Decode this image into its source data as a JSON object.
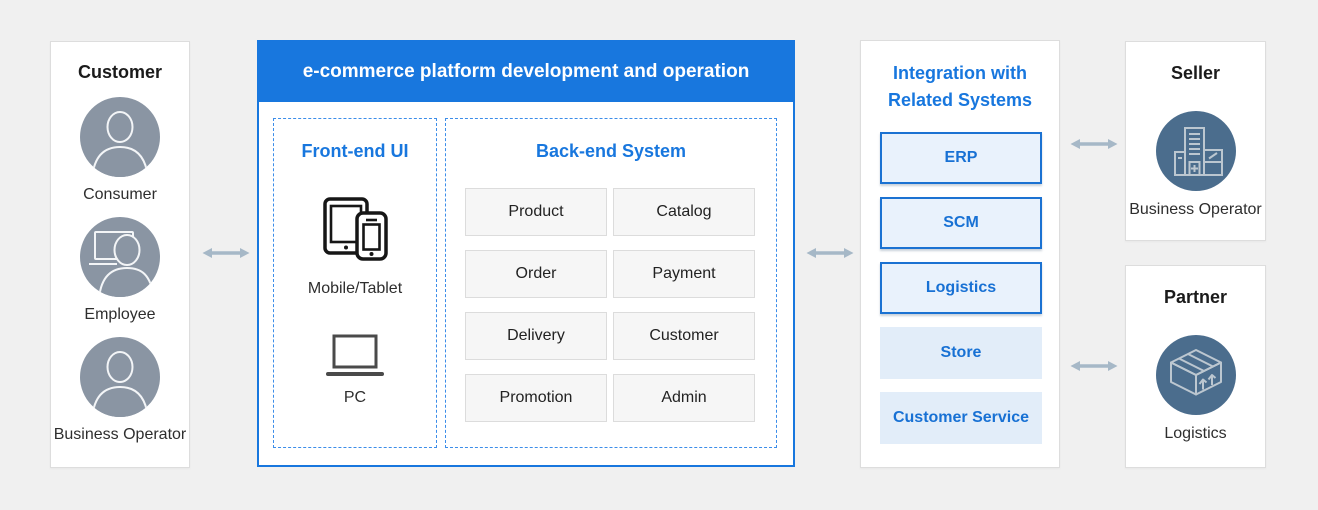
{
  "colors": {
    "page_background": "#f0f0f0",
    "accent_blue": "#1877de",
    "panel_border": "#dddddd",
    "dashed_border": "#3c8de9",
    "system_box_border": "#1b72d2",
    "system_box_fill": "#e9f2fc",
    "system_box_plain_fill": "#e2edf9",
    "module_box_fill": "#f6f6f6",
    "avatar_circle": "#8a95a3",
    "side_circle": "#4b6d8d",
    "arrow": "#a6b8c7"
  },
  "customer_panel": {
    "title": "Customer",
    "actors": [
      {
        "label": "Consumer",
        "icon": "person-icon"
      },
      {
        "label": "Employee",
        "icon": "person-computer-icon"
      },
      {
        "label": "Business Operator",
        "icon": "person-icon"
      }
    ]
  },
  "platform_panel": {
    "header": "e-commerce platform development and operation",
    "frontend": {
      "title": "Front-end UI",
      "devices": [
        {
          "label": "Mobile/Tablet",
          "icon": "tablet-phone-icon"
        },
        {
          "label": "PC",
          "icon": "laptop-icon"
        }
      ]
    },
    "backend": {
      "title": "Back-end System",
      "modules": [
        "Product",
        "Catalog",
        "Order",
        "Payment",
        "Delivery",
        "Customer",
        "Promotion",
        "Admin"
      ]
    }
  },
  "integration_panel": {
    "title_line1": "Integration with",
    "title_line2": "Related Systems",
    "systems_bordered": [
      "ERP",
      "SCM",
      "Logistics"
    ],
    "systems_plain": [
      "Store",
      "Customer Service"
    ]
  },
  "seller_panel": {
    "title": "Seller",
    "label": "Business Operator",
    "icon": "building-icon"
  },
  "partner_panel": {
    "title": "Partner",
    "label": "Logistics",
    "icon": "package-icon"
  }
}
